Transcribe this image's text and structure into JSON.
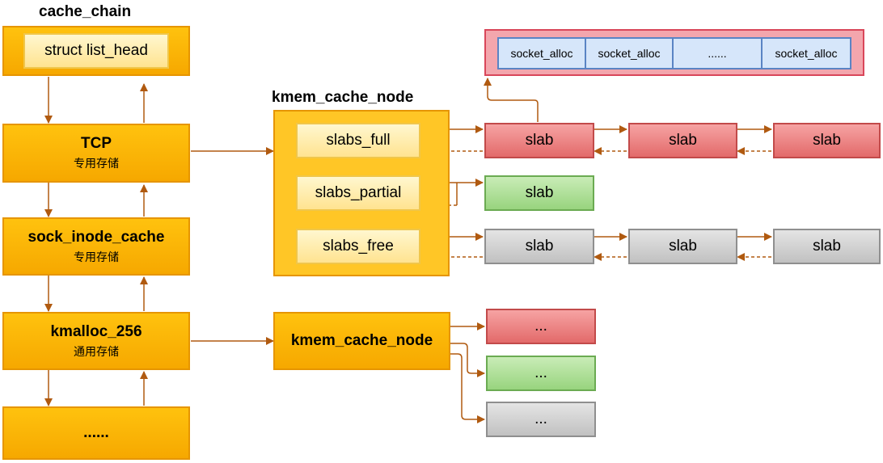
{
  "title_cache_chain": "cache_chain",
  "title_kmem_cache_node": "kmem_cache_node",
  "chain": {
    "list_head": "struct list_head",
    "tcp": {
      "name": "TCP",
      "sub": "专用存储"
    },
    "sock_inode": {
      "name": "sock_inode_cache",
      "sub": "专用存储"
    },
    "kmalloc": {
      "name": "kmalloc_256",
      "sub": "通用存储"
    },
    "more": "......"
  },
  "node": {
    "slabs_full": "slabs_full",
    "slabs_partial": "slabs_partial",
    "slabs_free": "slabs_free"
  },
  "kmem_cache_node_2": "kmem_cache_node",
  "slab_label": "slab",
  "ellipsis3": "...",
  "socket": {
    "cells": [
      "socket_alloc",
      "socket_alloc",
      "......",
      "socket_alloc"
    ]
  },
  "colors": {
    "orange": "#ffc20e",
    "arrow": "#b05a10",
    "red": "#e36a6a",
    "green": "#98d47e",
    "gray": "#c1c1c1",
    "blue": "#d6e6fa"
  }
}
